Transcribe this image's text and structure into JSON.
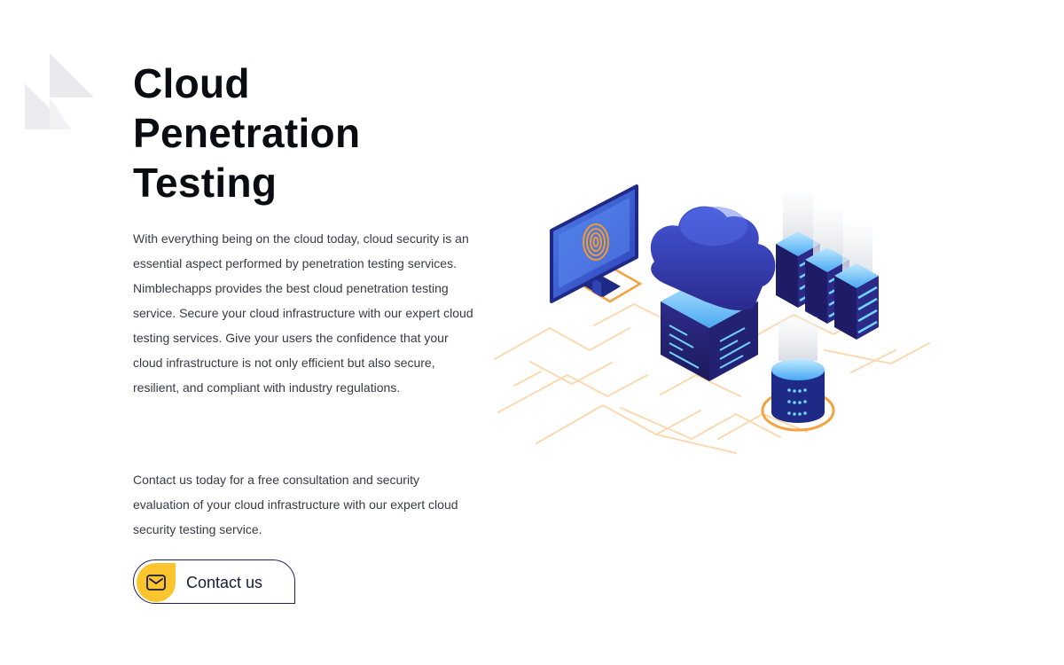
{
  "hero": {
    "title_lines": [
      "Cloud",
      "Penetration",
      "Testing"
    ],
    "paragraph_1": "With everything being on the cloud today, cloud security is an essential aspect performed by penetration testing services. Nimblechapps provides the best cloud penetration testing service. Secure your cloud infrastructure with our expert cloud testing services. Give your users the confidence that your cloud infrastructure is not only efficient but also secure, resilient, and compliant with industry regulations.",
    "paragraph_2": "Contact us today for a free consultation and security evaluation of your cloud infrastructure with our expert cloud security testing service."
  },
  "cta": {
    "label": "Contact us",
    "icon": "mail-icon"
  },
  "illustration": {
    "icons": [
      "monitor-icon",
      "fingerprint-icon",
      "cloud-icon",
      "server-rack-icon",
      "database-icon"
    ]
  },
  "colors": {
    "accent_yellow": "#fcc52d",
    "navy": "#1f1d5c",
    "text": "#3a3a46",
    "circuit": "#fcd9b0"
  }
}
